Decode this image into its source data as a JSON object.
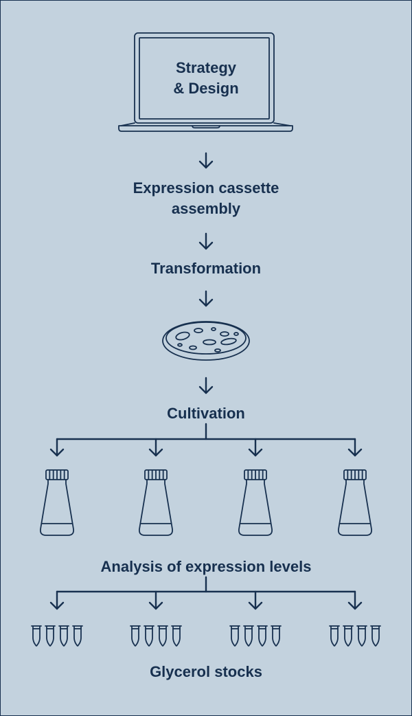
{
  "steps": {
    "design_line1": "Strategy",
    "design_line2": "& Design",
    "assembly_line1": "Expression cassette",
    "assembly_line2": "assembly",
    "transformation": "Transformation",
    "cultivation": "Cultivation",
    "analysis": "Analysis of expression levels",
    "glycerol": "Glycerol stocks"
  },
  "flask_count": 4,
  "tube_groups": 4,
  "tubes_per_group": 4,
  "colors": {
    "background": "#c3d2de",
    "ink": "#17304f"
  }
}
